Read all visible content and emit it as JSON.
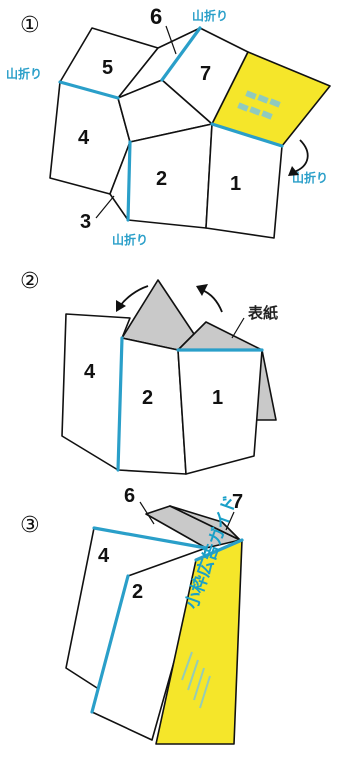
{
  "steps": [
    "①",
    "②",
    "③"
  ],
  "step1": {
    "panels": [
      "5",
      "6",
      "7",
      "4",
      "2",
      "1",
      "3"
    ],
    "fold_labels": [
      "山折り",
      "山折り",
      "山折り",
      "山折り"
    ]
  },
  "step2": {
    "panels": [
      "4",
      "2",
      "1"
    ],
    "cover_label": "表紙"
  },
  "step3": {
    "panels": [
      "6",
      "7",
      "4",
      "2"
    ],
    "cover_title": "小枠広告ガイド"
  },
  "colors": {
    "fold_line": "#2a9fc9",
    "cover": "#f5e62a",
    "shadow": "#c9c9c9",
    "line": "#111111"
  }
}
